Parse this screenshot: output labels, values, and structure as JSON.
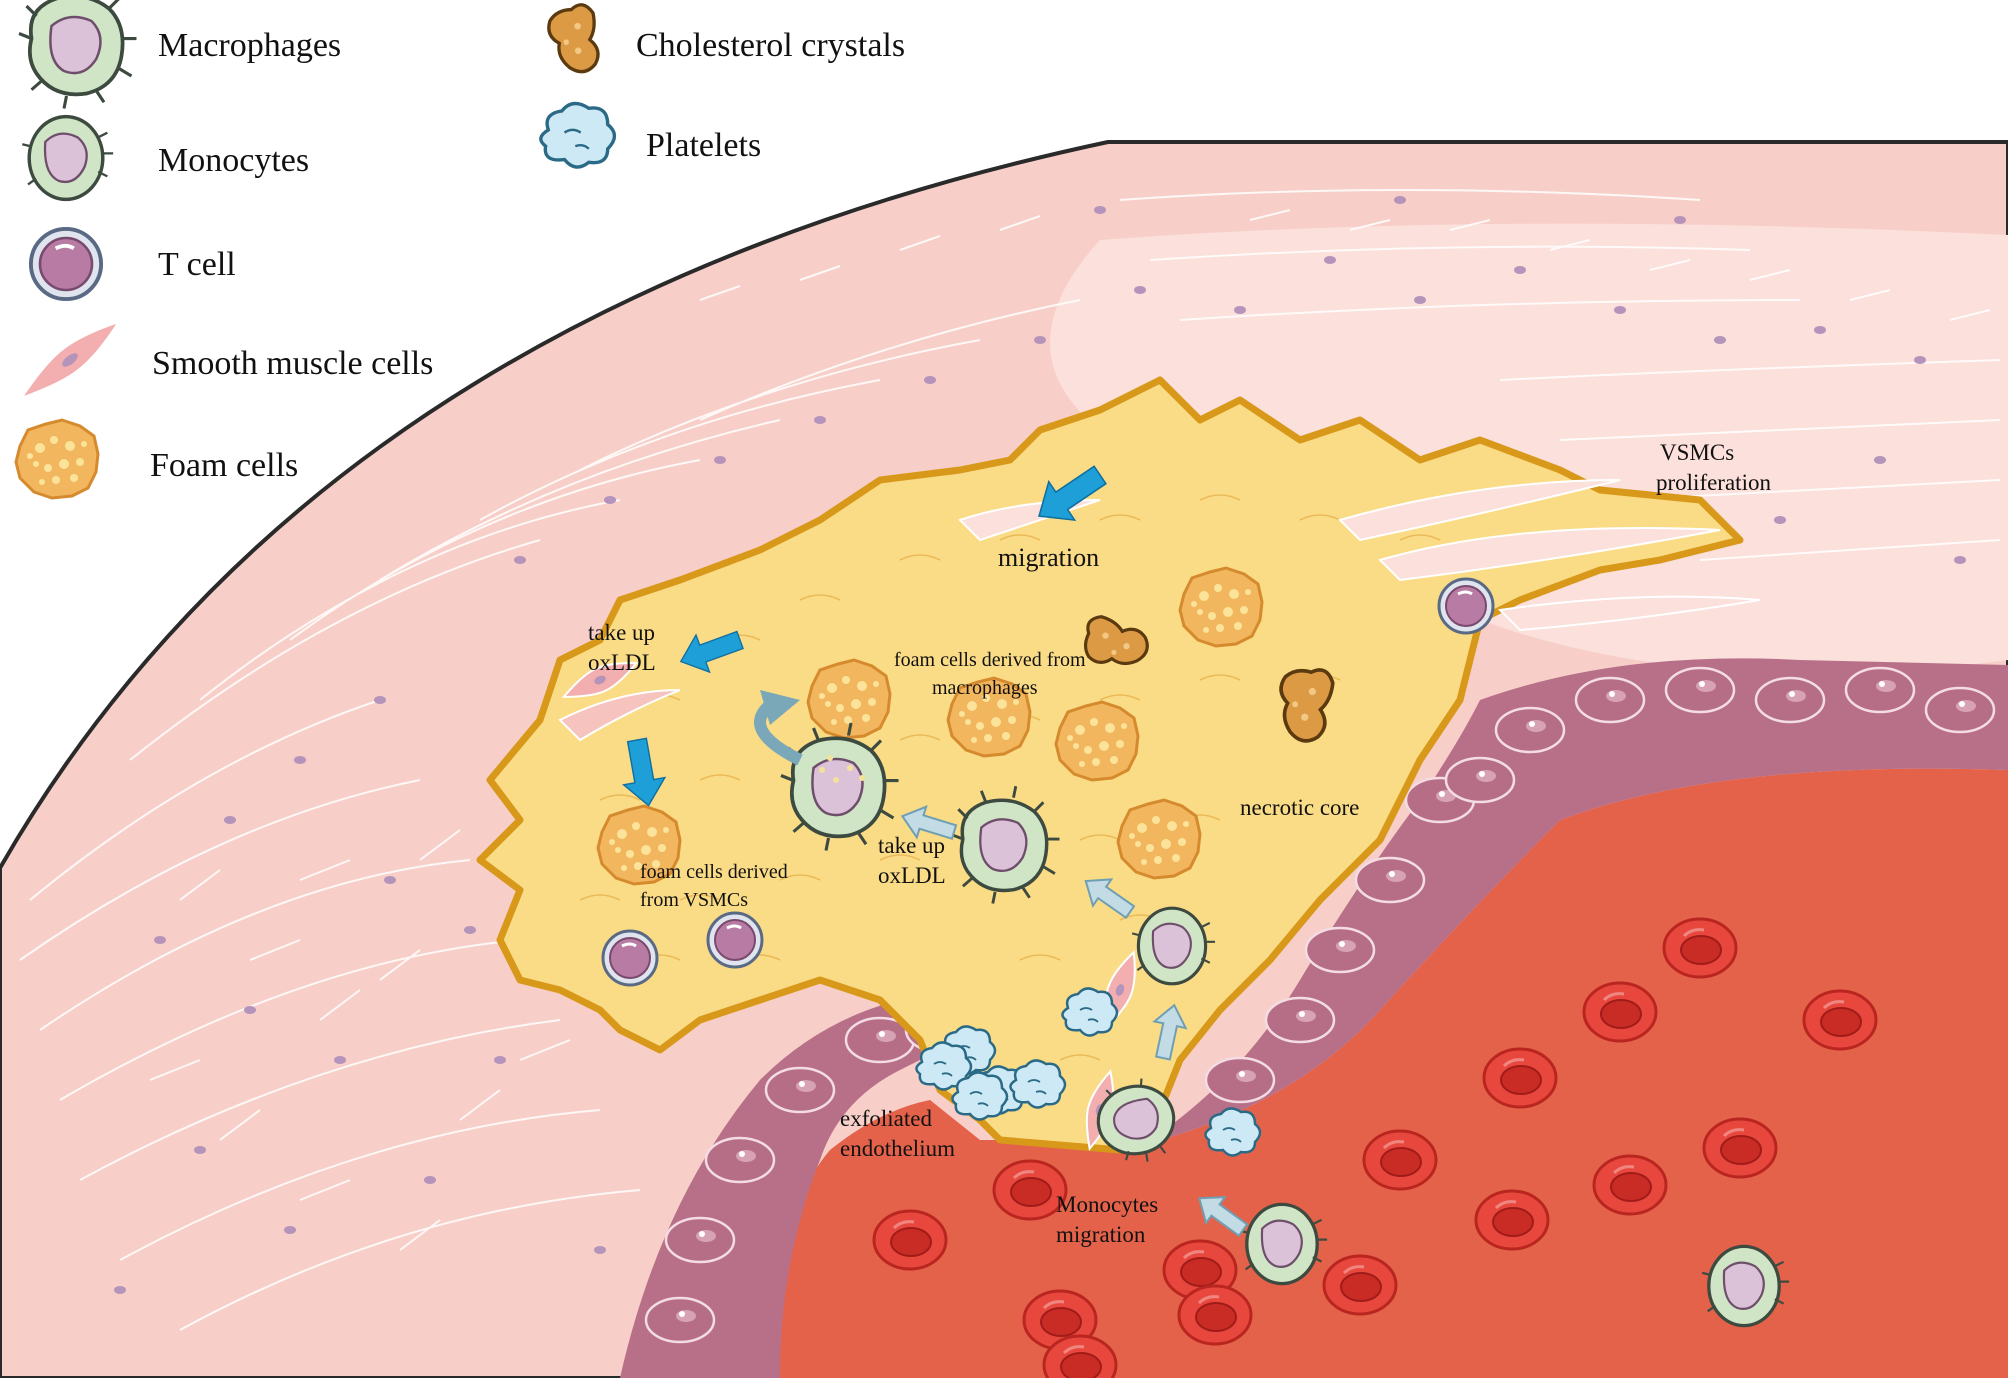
{
  "legend": {
    "macrophages": "Macrophages",
    "monocytes": "Monocytes",
    "t_cell": "T cell",
    "smooth_muscle": "Smooth muscle cells",
    "foam_cells": "Foam cells",
    "cholesterol": "Cholesterol crystals",
    "platelets": "Platelets"
  },
  "labels": {
    "migration": "migration",
    "vsmc_line1": "VSMCs",
    "vsmc_line2": "proliferation",
    "takeup_top_line1": "take up",
    "takeup_top_line2": "oxLDL",
    "foam_mac_line1": "foam cells derived from",
    "foam_mac_line2": "macrophages",
    "necrotic": "necrotic core",
    "takeup_mid_line1": "take up",
    "takeup_mid_line2": "oxLDL",
    "foam_vsmc_line1": "foam cells derived",
    "foam_vsmc_line2": "from VSMCs",
    "exfoliated_line1": "exfoliated",
    "exfoliated_line2": "endothelium",
    "mono_mig_line1": "Monocytes",
    "mono_mig_line2": "migration"
  },
  "colors": {
    "vessel_wall": "#f7cfc8",
    "necrotic_core": "#fbdc86",
    "core_outline": "#d8981a",
    "endothelium": "#b87088",
    "lumen": "#e5624a",
    "rbc": "#e8473e",
    "arrow_blue": "#1e9fd8",
    "arrow_light": "#a9cbd8"
  }
}
